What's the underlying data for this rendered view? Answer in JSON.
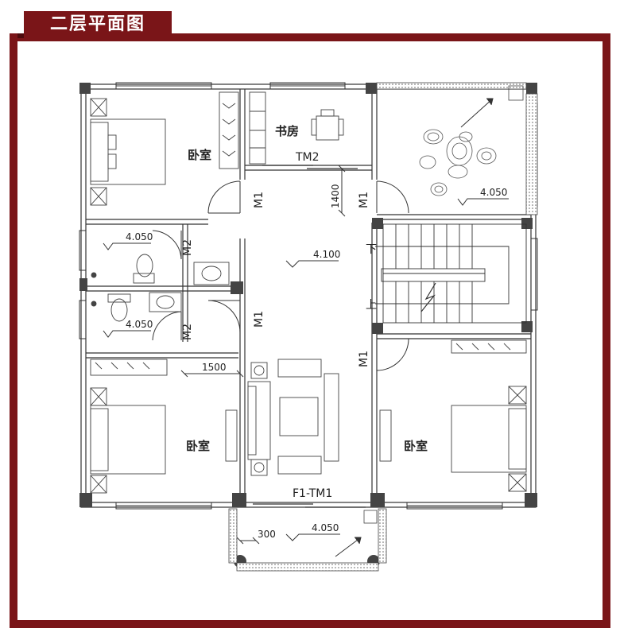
{
  "title": "二层平面图",
  "colors": {
    "frame": "#7a1518",
    "line": "#333333",
    "column": "#444444"
  },
  "rooms": {
    "bedroom_nw": "卧室",
    "study": "书房",
    "bedroom_sw": "卧室",
    "bedroom_se": "卧室"
  },
  "doors": {
    "tm2": "TM2",
    "m1_bedroom_nw": "M1",
    "m1_study": "M1",
    "m2_bath_upper": "M2",
    "m2_bath_lower": "M2",
    "m1_bedroom_sw": "M1",
    "m1_bedroom_se": "M1",
    "f1_tm1": "F1-TM1"
  },
  "levels": {
    "garden": "4.050",
    "bath_upper": "4.050",
    "bath_lower": "4.050",
    "hall": "4.100",
    "balcony": "4.050"
  },
  "dimensions": {
    "d1400": "1400",
    "d1500": "1500",
    "d300": "300"
  },
  "stairs": {
    "down": "下",
    "up": "上"
  }
}
